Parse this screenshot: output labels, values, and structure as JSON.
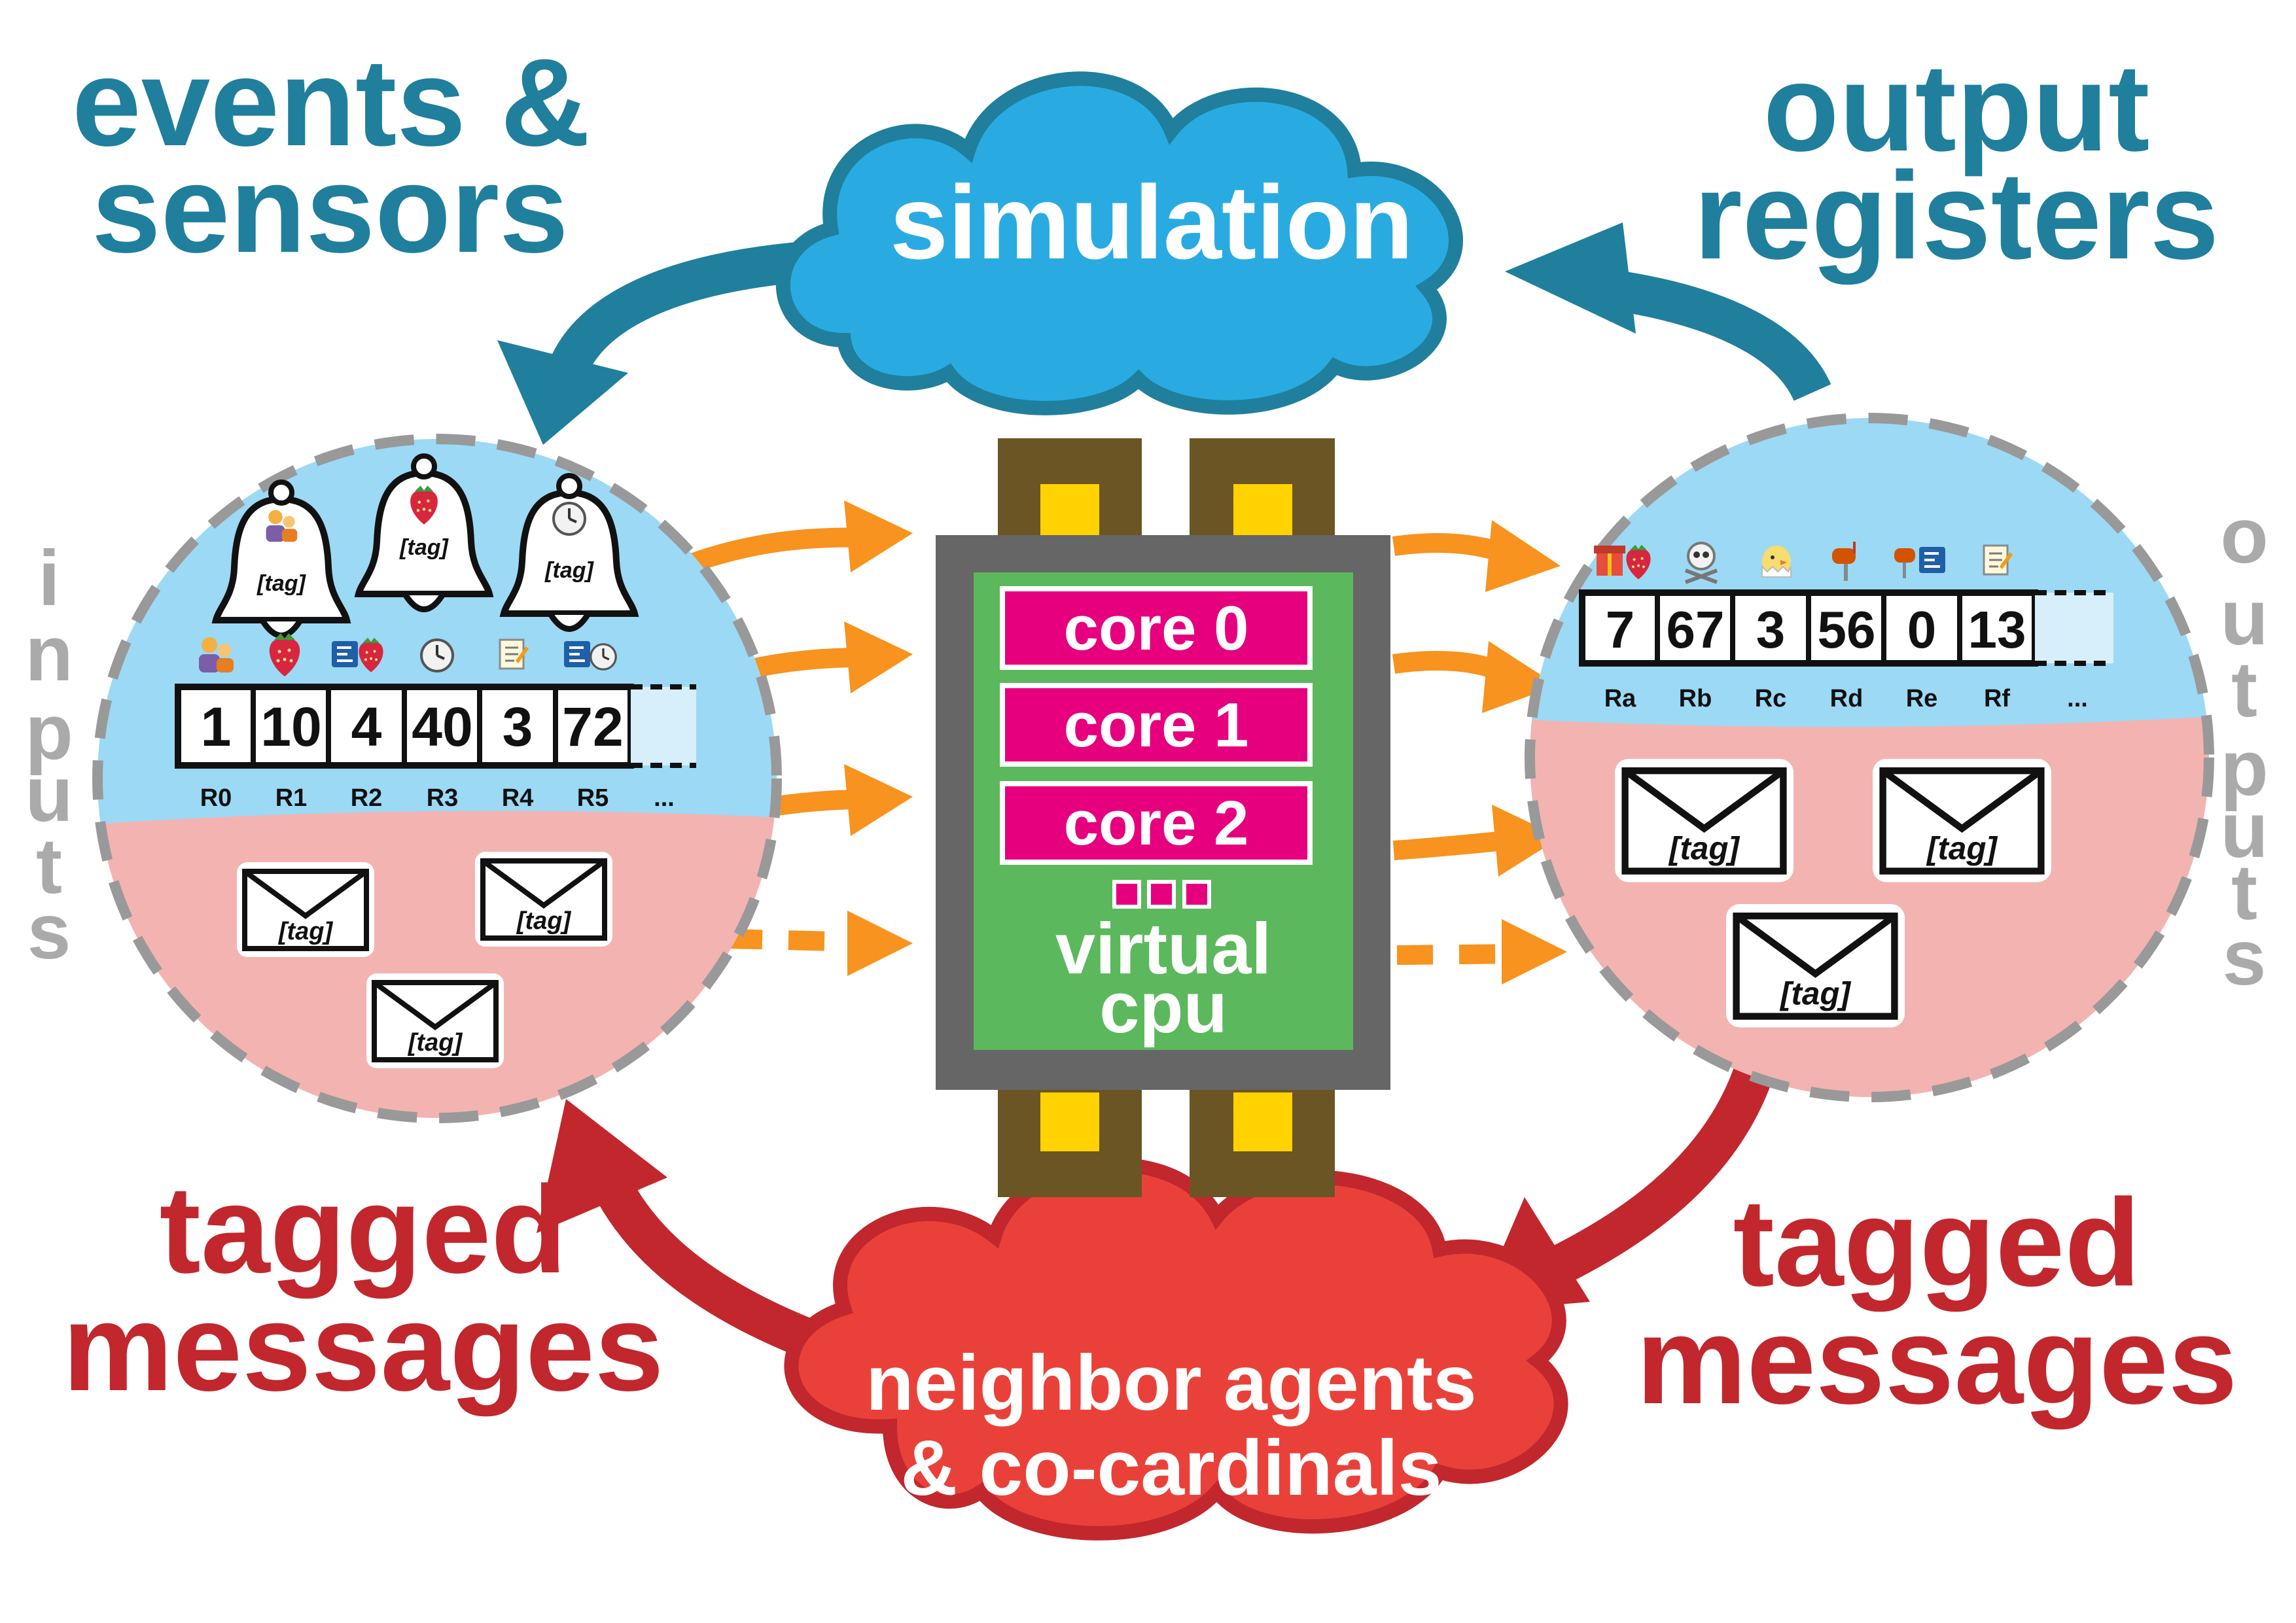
{
  "headings": {
    "events_sensors": [
      "events &",
      "sensors"
    ],
    "output_registers": [
      "output",
      "registers"
    ],
    "tagged_messages_left": [
      "tagged",
      "messages"
    ],
    "tagged_messages_right": [
      "tagged",
      "messages"
    ],
    "inputs_vertical": "inputs",
    "outputs_vertical": "outputs"
  },
  "clouds": {
    "simulation": "simulation",
    "neighbors": [
      "neighbor agents",
      "& co-cardinals"
    ]
  },
  "cpu": {
    "cores": [
      "core 0",
      "core 1",
      "core 2"
    ],
    "label": [
      "virtual",
      "cpu"
    ]
  },
  "input_panel": {
    "bells": [
      {
        "tag": "[tag]",
        "icon": "people-icon"
      },
      {
        "tag": "[tag]",
        "icon": "strawberry-icon"
      },
      {
        "tag": "[tag]",
        "icon": "clock-icon"
      }
    ],
    "register_icons": [
      "people-icon",
      "strawberry-icon",
      "blueprint-strawberry-icon",
      "clock-icon",
      "memo-icon",
      "blueprint-clock-icon"
    ],
    "register_values": [
      "1",
      "10",
      "4",
      "40",
      "3",
      "72"
    ],
    "register_names": [
      "R0",
      "R1",
      "R2",
      "R3",
      "R4",
      "R5",
      "..."
    ],
    "messages": [
      "[tag]",
      "[tag]",
      "[tag]"
    ]
  },
  "output_panel": {
    "register_icons": [
      "gift-strawberry-icon",
      "skull-icon",
      "chick-icon",
      "mailbox-icon",
      "mailbox-blueprint-icon",
      "memo-icon"
    ],
    "register_values": [
      "7",
      "67",
      "3",
      "56",
      "0",
      "13"
    ],
    "register_names": [
      "Ra",
      "Rb",
      "Rc",
      "Rd",
      "Re",
      "Rf",
      "..."
    ],
    "messages": [
      "[tag]",
      "[tag]",
      "[tag]"
    ]
  },
  "colors": {
    "teal": "#1f7f9c",
    "sky": "#29abe2",
    "red": "#c1272d",
    "red_cloud": "#e9413a",
    "orange": "#f7931e",
    "magenta": "#e6007e",
    "green": "#5cb85c",
    "brown": "#6b5524",
    "yellow": "#ffd200",
    "grey": "#666666",
    "light_blue": "#9cd9f5",
    "pink": "#f3b3b1"
  }
}
